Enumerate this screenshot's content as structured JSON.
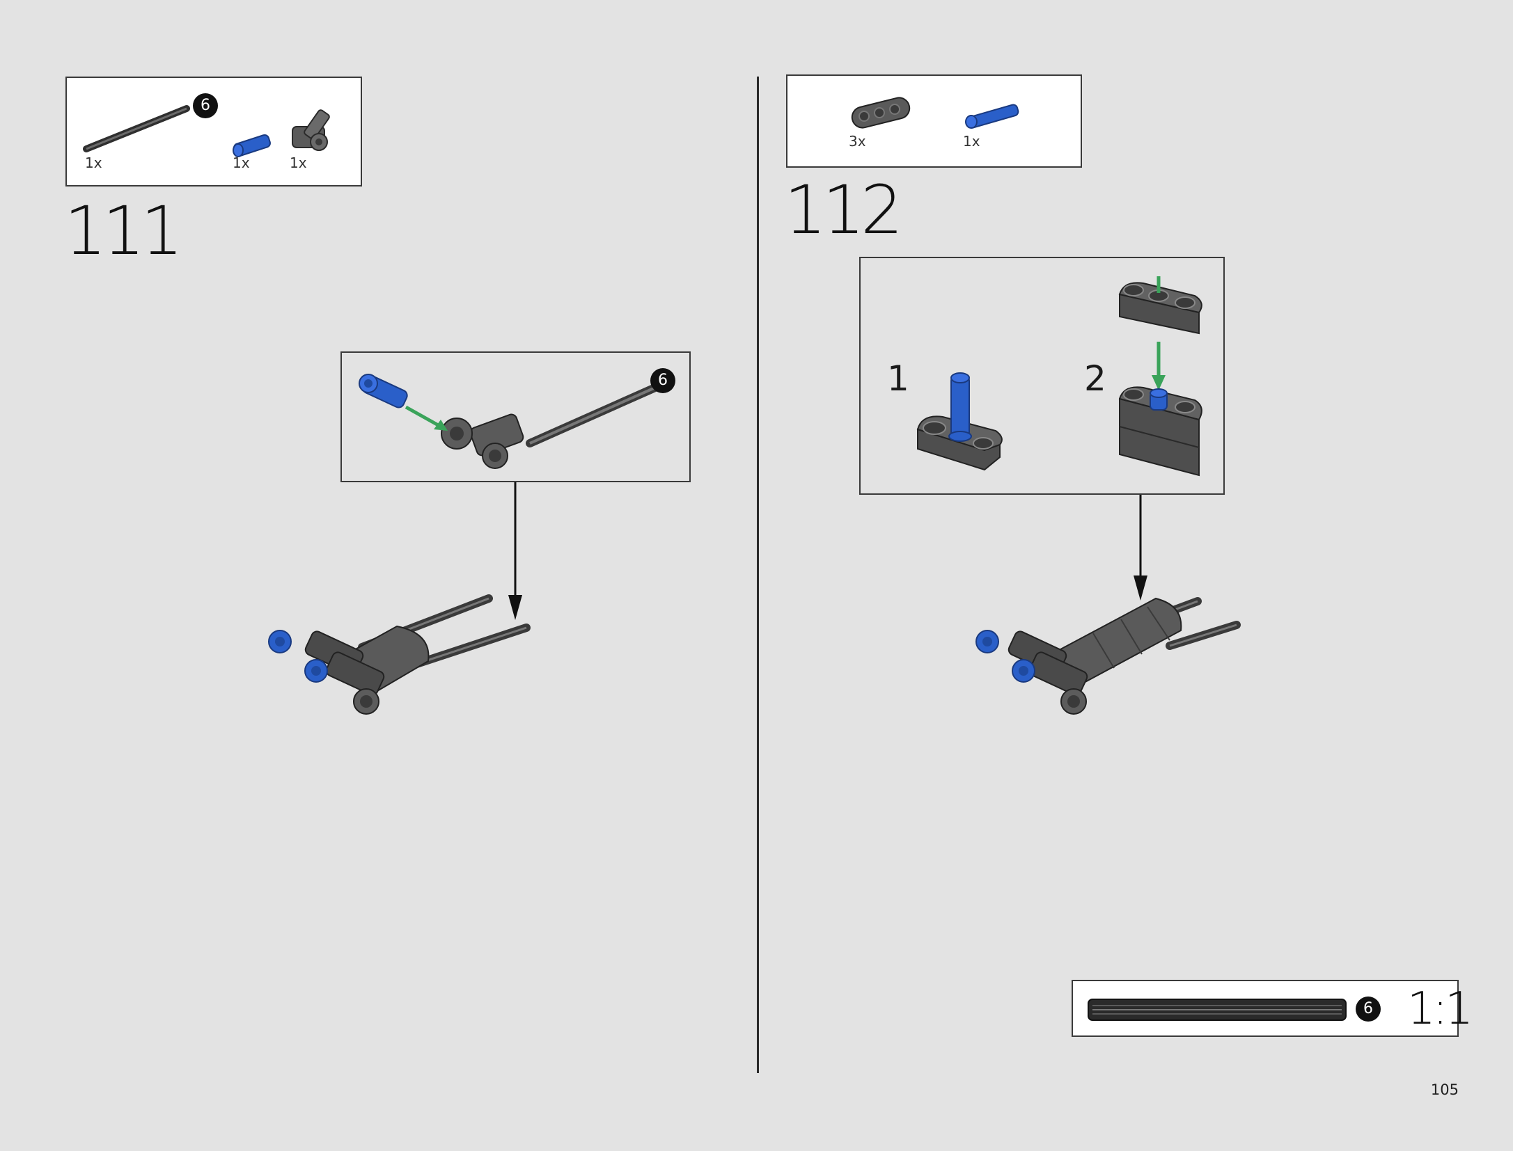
{
  "page": {
    "page_number": "105"
  },
  "step_111": {
    "step_number": "111",
    "parts_list": [
      {
        "name": "axle",
        "qty": "1x",
        "length_badge": "6"
      },
      {
        "name": "blue-connector-pin",
        "qty": "1x"
      },
      {
        "name": "angle-connector",
        "qty": "1x"
      }
    ],
    "sub_assembly_badge": "6"
  },
  "step_112": {
    "step_number": "112",
    "parts_list": [
      {
        "name": "liftarm-3",
        "qty": "3x"
      },
      {
        "name": "blue-axle-pin",
        "qty": "1x"
      }
    ],
    "sub_steps": [
      "1",
      "2"
    ]
  },
  "scale_reference": {
    "length_badge": "6",
    "ratio": "1:1"
  },
  "colors": {
    "background": "#e3e3e3",
    "dark_gray_part": "#5a5a5a",
    "blue_part": "#2a5fc9",
    "green_arrow": "#3aa35a",
    "border": "#3a3a3a"
  }
}
